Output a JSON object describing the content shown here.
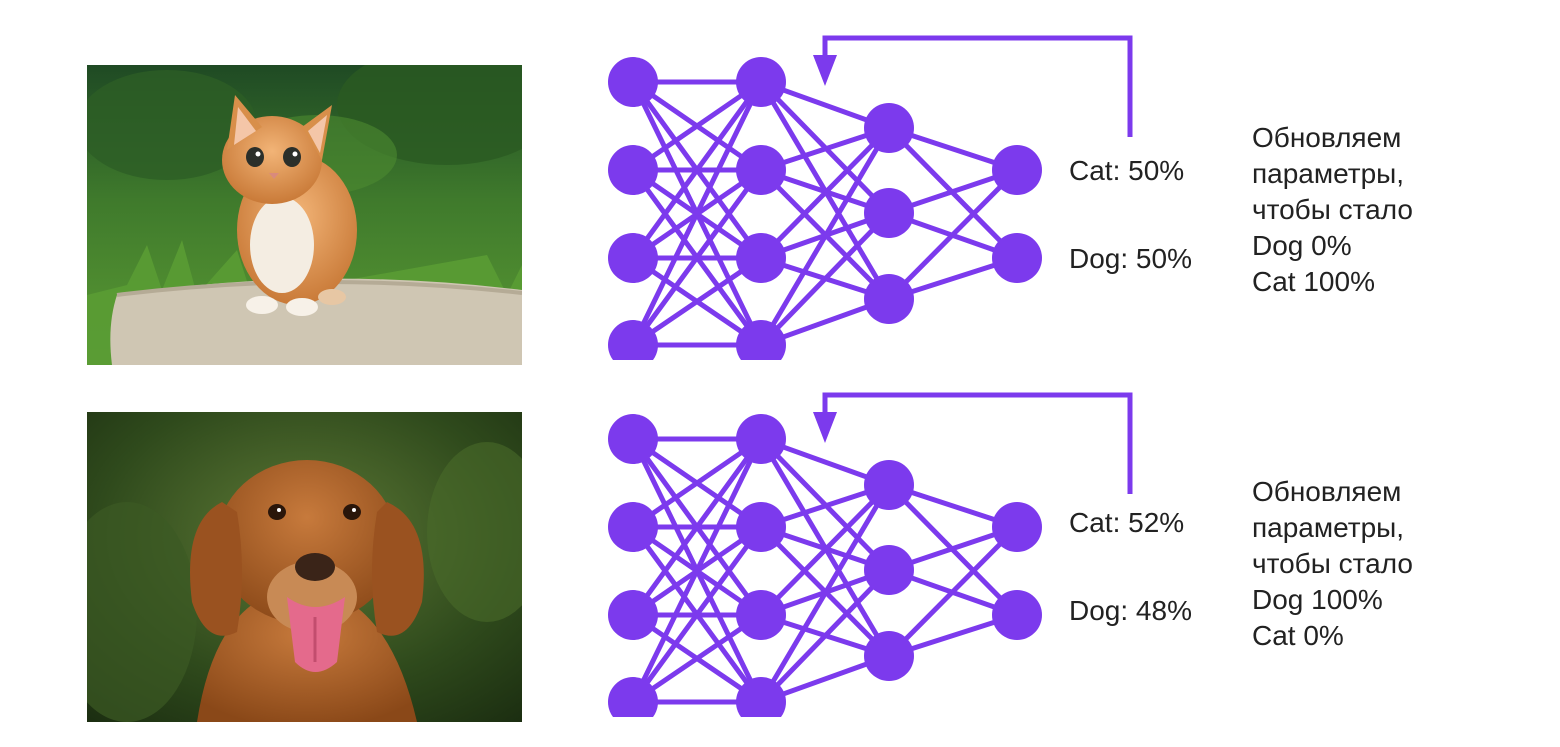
{
  "rows": [
    {
      "image": "kitten",
      "outputs": {
        "cat": "Cat: 50%",
        "dog": "Dog: 50%"
      },
      "note": [
        "Обновляем",
        "параметры,",
        "чтобы стало",
        "Dog 0%",
        "Cat 100%"
      ]
    },
    {
      "image": "golden-retriever",
      "outputs": {
        "cat": "Cat: 52%",
        "dog": "Dog: 48%"
      },
      "note": [
        "Обновляем",
        "параметры,",
        "чтобы стало",
        "Dog 100%",
        "Cat 0%"
      ]
    }
  ],
  "colors": {
    "network": "#7c3aed",
    "text": "#222222"
  }
}
